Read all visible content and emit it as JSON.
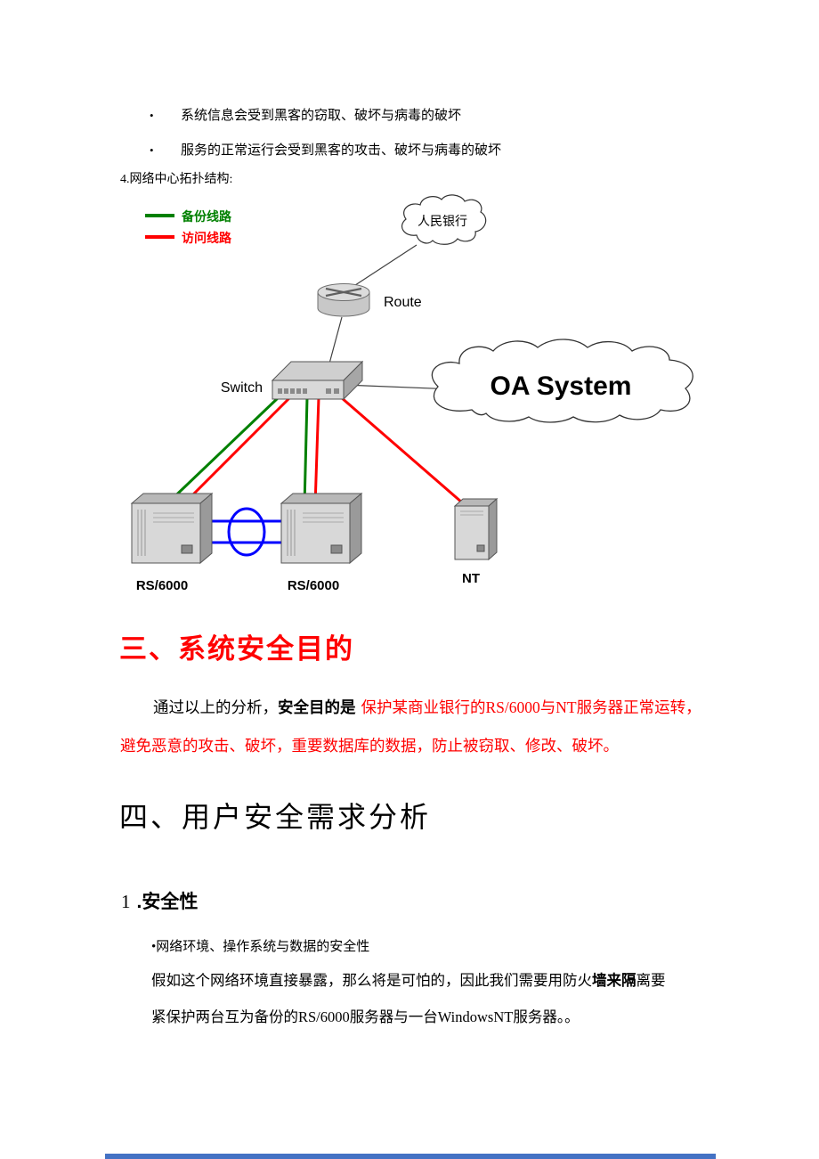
{
  "doc": {
    "bullets": [
      {
        "marker": "•",
        "text": "系统信息会受到黑客的窃取、破坏与病毒的破坏"
      },
      {
        "marker": "•",
        "text": "服务的正常运行会受到黑客的攻击、破坏与病毒的破坏"
      }
    ],
    "topology_caption": "4.网络中心拓扑结构:",
    "section3": {
      "title": "三、系统安全目的",
      "lead": "通过以上的分析，",
      "lead_bold": "安全目的是",
      "red_line1": "保护某商业银行的RS/6000与NT服务器正常运转，",
      "red_line2": "避免恶意的攻击、破坏，重要数据库的数据，防止被窃取、修改、破坏。"
    },
    "section4": {
      "title": "四、用户安全需求分析",
      "sub_number": "1",
      "sub_title": ".安全性",
      "bullet": "•网络环境、操作系统与数据的安全性",
      "para_line1_a": "假如这个网络环境直接暴露，那么将是可怕的，因此我们需要用防火",
      "para_line1_bold": "墙来隔",
      "para_line1_b": "离要",
      "para_line2": "紧保护两台互为备份的RS/6000服务器与一台WindowsNT服务器。。"
    }
  },
  "diagram": {
    "legend": [
      {
        "label": "备份线路",
        "color": "#008000"
      },
      {
        "label": "访问线路",
        "color": "#ff0000"
      }
    ],
    "nodes": {
      "bank_cloud": "人民银行",
      "router": "Route",
      "switch": "Switch",
      "oa_cloud": "OA System",
      "rs6000_left": "RS/6000",
      "rs6000_right": "RS/6000",
      "nt": "NT"
    },
    "colors": {
      "backup_line": "#008000",
      "access_line": "#ff0000",
      "cluster_ring": "#0000ff"
    }
  }
}
